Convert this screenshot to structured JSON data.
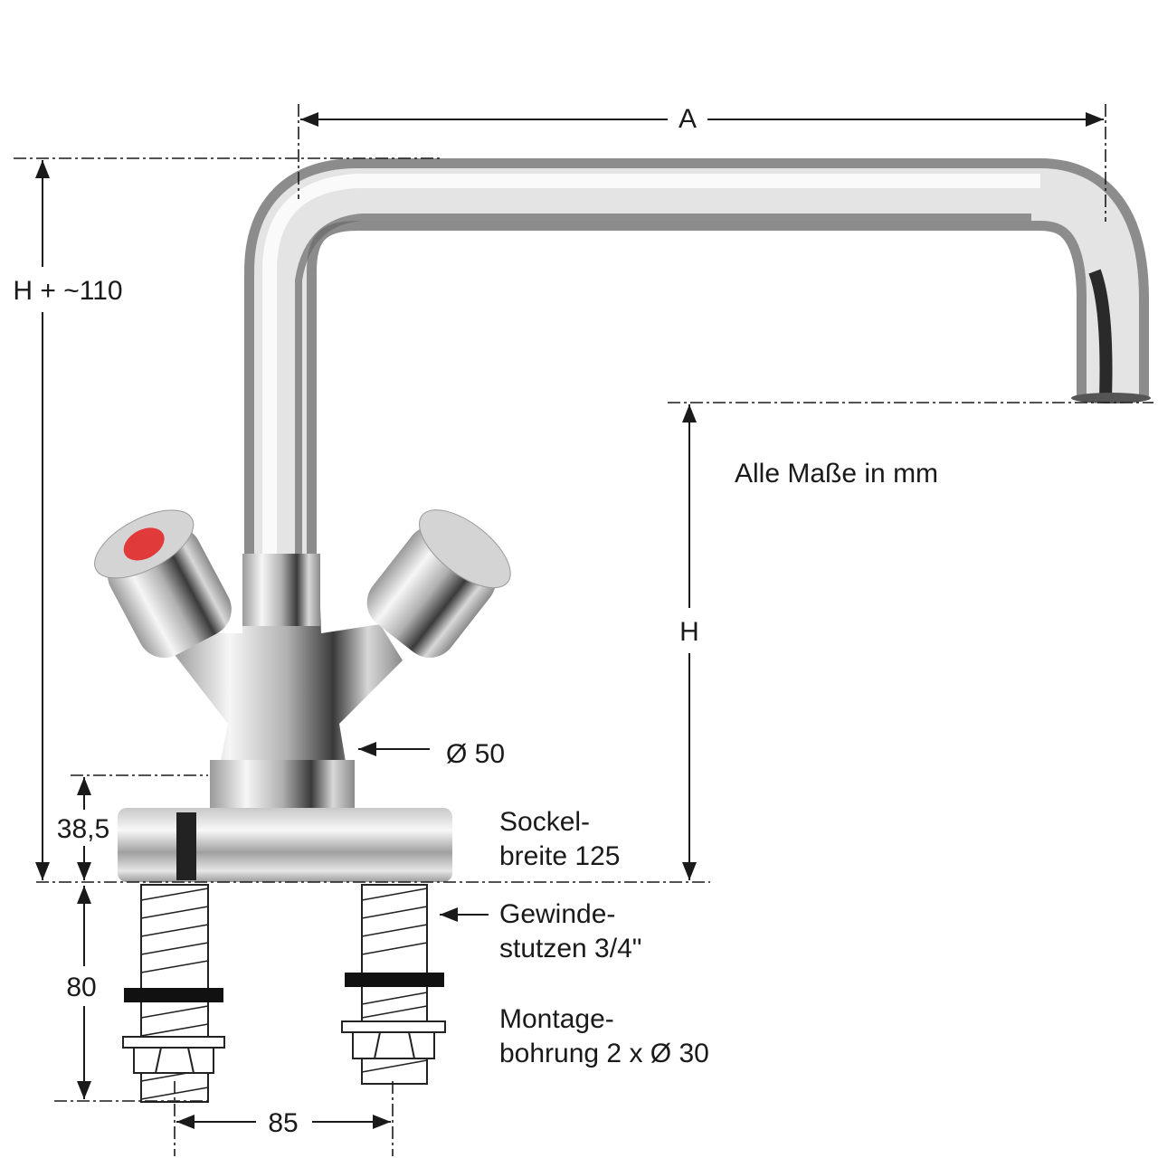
{
  "labels": {
    "width_a": "A",
    "total_height": "H + ~110",
    "units_note": "Alle Maße in mm",
    "height_h": "H",
    "diameter": "Ø 50",
    "base_height": "38,5",
    "base_width_1": "Sockel-",
    "base_width_2": "breite 125",
    "thread_1": "Gewinde-",
    "thread_2": "stutzen 3/4\"",
    "thread_length": "80",
    "mounting_1": "Montage-",
    "mounting_2": "bohrung 2 x Ø 30",
    "spacing": "85"
  },
  "colors": {
    "hot_marker": "#e03a3a",
    "chrome_dark": "#8a8a8a",
    "chrome_light": "#f4f4f4"
  }
}
